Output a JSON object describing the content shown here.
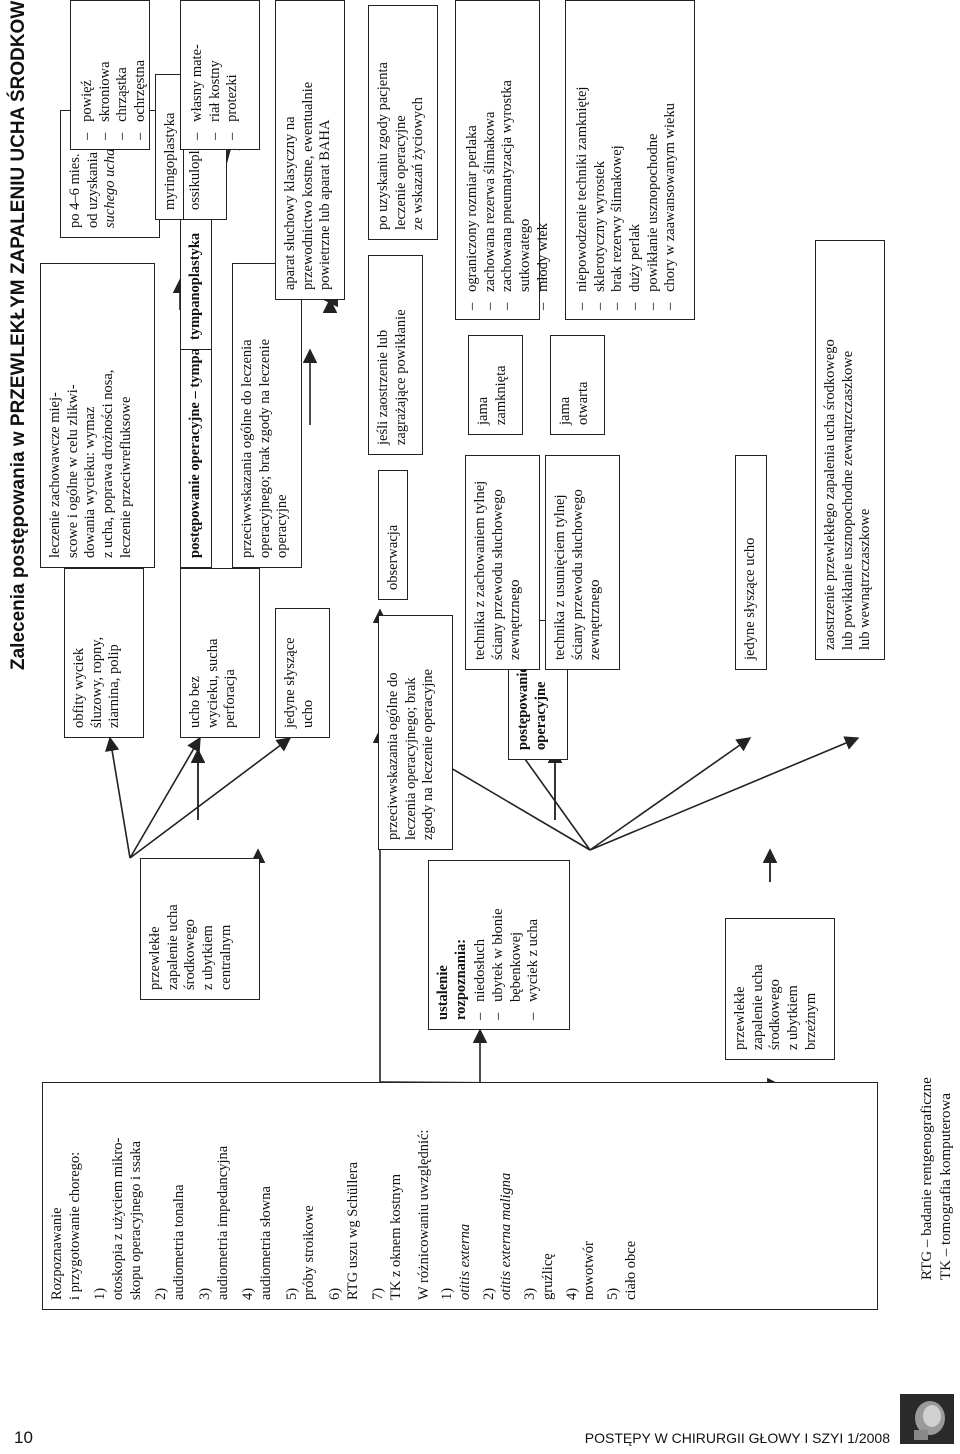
{
  "title": "Zalecenia postępowania w PRZEWLEKŁYM ZAPALENIU UCHA ŚRODKOWEGO",
  "procedures": {
    "heading": [
      "Rozpoznawanie",
      "i przygotowanie chorego:"
    ],
    "items": [
      {
        "num": "1)",
        "lines": [
          "otoskopia z użyciem mikro-",
          "skopu operacyjnego i ssaka"
        ]
      },
      {
        "num": "2)",
        "lines": [
          "audiometria tonalna"
        ]
      },
      {
        "num": "3)",
        "lines": [
          "audiometria impedancyjna"
        ]
      },
      {
        "num": "4)",
        "lines": [
          "audiometria słowna"
        ]
      },
      {
        "num": "5)",
        "lines": [
          "próby stroikowe"
        ]
      },
      {
        "num": "6)",
        "lines": [
          "RTG uszu wg Schüllera"
        ]
      },
      {
        "num": "7)",
        "lines": [
          "TK z oknem kostnym"
        ]
      }
    ],
    "diff_heading": "W różnicowaniu uwzględnić:",
    "diff_items": [
      {
        "num": "1)",
        "text": "otitis externa",
        "italic": true
      },
      {
        "num": "2)",
        "text": "otitis externa maligna",
        "italic": true
      },
      {
        "num": "3)",
        "text": "gruźlicę",
        "italic": false
      },
      {
        "num": "4)",
        "text": "nowotwór",
        "italic": false
      },
      {
        "num": "5)",
        "text": "ciało obce",
        "italic": false
      }
    ]
  },
  "diagnosis": {
    "title": [
      "ustalenie",
      "rozpoznania:"
    ],
    "items": [
      "niedosłuch",
      "ubytek w błonie bębenkowej",
      "wyciek z ucha"
    ]
  },
  "central": {
    "main": [
      "przewlekłe",
      "zapalenie ucha",
      "środkowego",
      "z ubytkiem",
      "centralnym"
    ],
    "discharge": [
      "obfity wyciek",
      "śluzowy, ropny,",
      "ziarnina, polip"
    ],
    "conservative": [
      "leczenie zachowawcze miej-",
      "scowe i ogólne w celu zlikwi-",
      "dowania wycieku: wymaz",
      "z ucha, poprawa drożności nosa,",
      "leczenie przeciwrefluksowe"
    ],
    "after_months": [
      "po 4–6 mies.",
      "od uzyskania"
    ],
    "after_months_italic": "suchego ucha",
    "dry": [
      "ucho bez",
      "wycieku, sucha",
      "perforacja"
    ],
    "surgery_tympano": "postępowanie operacyjne – tympanoplastyka",
    "tympano": "tympanoplastyka",
    "myringo": "myringoplastyka",
    "ossiculo": "ossikuloplastyka",
    "grafts1": [
      "powięź",
      "skroniowa",
      "chrząstka",
      "ochrzęstna"
    ],
    "grafts2": [
      "własny mate-",
      "riał kostny",
      "protezki"
    ],
    "only_hearing": [
      "jedyne słyszące",
      "ucho"
    ],
    "contraind": [
      "przeciwwskazania ogólne do leczenia",
      "operacyjnego; brak zgody na leczenie",
      "operacyjne"
    ],
    "hearing_aid": [
      "aparat słuchowy klasyczny na",
      "przewodnictwo kostne, ewentualnie",
      "powietrzne lub aparat BAHA"
    ]
  },
  "marginal": {
    "main": [
      "przewlekłe",
      "zapalenie ucha",
      "środkowego",
      "z ubytkiem",
      "brzeżnym"
    ],
    "contraind": [
      "przeciwwskazania ogólne do",
      "leczenia operacyjnego; brak",
      "zgody na leczenie operacyjne"
    ],
    "observation": "obserwacja",
    "exacerbation": [
      "jeśli zaostrzenie lub",
      "zagrażające powikłanie"
    ],
    "consent": [
      "po uzyskaniu zgody pacjenta",
      "leczenie operacyjne",
      "ze wskazań życiowych"
    ],
    "surgery": [
      "postępowanie",
      "operacyjne"
    ],
    "closed_tech": [
      "technika z zachowaniem tylnej",
      "ściany przewodu słuchowego",
      "zewnętrznego"
    ],
    "closed": [
      "jama",
      "zamknięta"
    ],
    "closed_criteria": [
      "ograniczony rozmiar perlaka",
      "zachowana rezerwa ślimakowa",
      "zachowana pneumatyzacja wyrostka sutkowatego",
      "młody wiek"
    ],
    "open_tech": [
      "technika z usunięciem tylnej",
      "ściany przewodu słuchowego",
      "zewnętrznego"
    ],
    "open": [
      "jama",
      "otwarta"
    ],
    "open_criteria": [
      "niepowodzenie techniki zamkniętej",
      "sklerotyczny wyrostek",
      "brak rezerwy ślimakowej",
      "duży perlak",
      "powikłanie usznopochodne",
      "chory w zaawansowanym wieku"
    ],
    "only_hearing": "jedyne słyszące ucho",
    "complications": [
      "zaostrzenie przewlekłego zapalenia ucha środkowego",
      "lub powikłanie usznopochodne zewnątrzczaszkowe",
      "lub wewnątrzczaszkowe"
    ]
  },
  "legend": [
    "RTG – badanie rentgenograficzne",
    "TK – tomografia komputerowa"
  ],
  "footer": {
    "page": "10",
    "journal": "POSTĘPY W CHIRURGII GŁOWY I SZYI 1/2008"
  }
}
